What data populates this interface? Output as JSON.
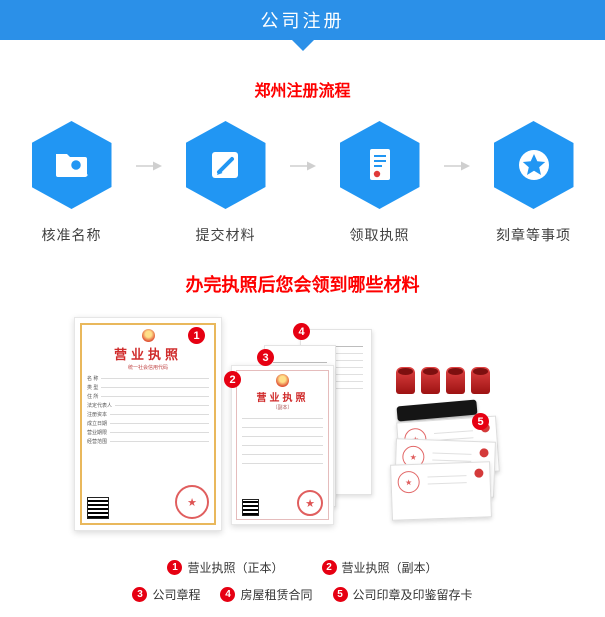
{
  "header": {
    "title": "公司注册",
    "bg_color": "#2b90e8"
  },
  "sections": {
    "process_title": "郑州注册流程",
    "materials_title": "办完执照后您会领到哪些材料",
    "accent_color": "#fe0000"
  },
  "steps": [
    {
      "label": "核准名称",
      "icon": "folder-search-icon"
    },
    {
      "label": "提交材料",
      "icon": "edit-pen-icon"
    },
    {
      "label": "领取执照",
      "icon": "license-doc-icon"
    },
    {
      "label": "刻章等事项",
      "icon": "star-seal-icon"
    }
  ],
  "hex_color": "#2196f3",
  "license_main": {
    "title": "营业执照",
    "code_label": "统一社会信用代码",
    "fields": [
      "名 称",
      "类 型",
      "住 所",
      "法定代表人",
      "注册资本",
      "成立日期",
      "营业期限",
      "经营范围"
    ]
  },
  "license_copy": {
    "title": "营业执照",
    "subtitle": "（副本）"
  },
  "legend": [
    {
      "num": "1",
      "label": "营业执照（正本）"
    },
    {
      "num": "2",
      "label": "营业执照（副本）"
    },
    {
      "num": "3",
      "label": "公司章程"
    },
    {
      "num": "4",
      "label": "房屋租赁合同"
    },
    {
      "num": "5",
      "label": "公司印章及印鉴留存卡"
    }
  ]
}
